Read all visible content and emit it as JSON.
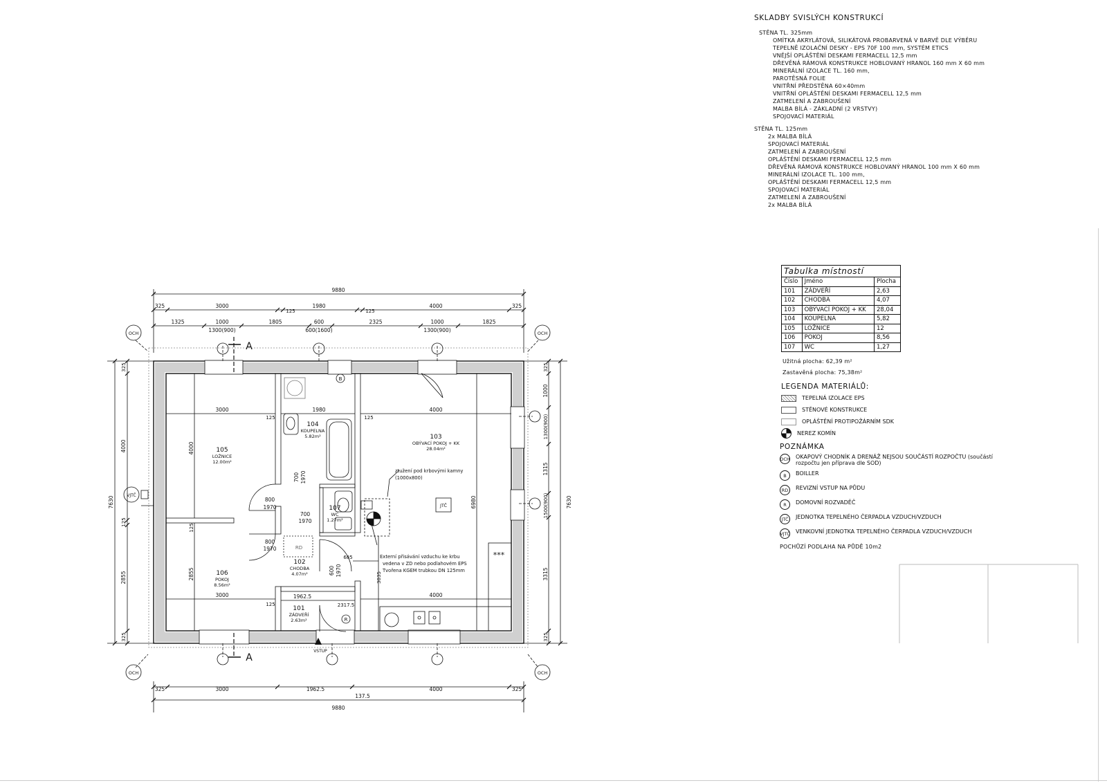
{
  "spec": {
    "title": "SKLADBY SVISLÝCH KONSTRUKCÍ",
    "wall1": {
      "label": "STĚNA TL. 325mm",
      "layers": [
        "OMÍTKA AKRYLÁTOVÁ, SILIKÁTOVÁ PROBARVENÁ V BARVĚ DLE VÝBĚRU",
        "TEPELNĚ IZOLAČNÍ DESKY - EPS 70F 100 mm, SYSTÉM ETICS",
        "VNĚJŠÍ OPLÁŠTĚNÍ DESKAMI FERMACELL 12,5 mm",
        "DŘEVĚNÁ RÁMOVÁ KONSTRUKCE HOBLOVANÝ HRANOL 160 mm X 60 mm",
        "MINERÁLNÍ IZOLACE TL. 160 mm,",
        "PAROTĚSNÁ FOLIE",
        "VNITŘNÍ PŘEDSTĚNA 60×40mm",
        "VNITŘNÍ OPLÁŠTĚNÍ DESKAMI FERMACELL 12,5 mm",
        "ZATMELENÍ A ZABROUŠENÍ",
        "MALBA BÍLÁ - ZÁKLADNÍ (2 VRSTVY)",
        "SPOJOVACÍ MATERIÁL"
      ]
    },
    "wall2": {
      "label": "STĚNA TL. 125mm",
      "layers": [
        "2x MALBA BÍLÁ",
        "SPOJOVACÍ MATERIÁL",
        "ZATMELENÍ A ZABROUŠENÍ",
        "OPLÁŠTĚNÍ DESKAMI FERMACELL 12,5 mm",
        "DŘEVĚNÁ RÁMOVÁ KONSTRUKCE HOBLOVANÝ HRANOL 100 mm X 60 mm",
        "MINERÁLNÍ IZOLACE TL. 100 mm,",
        "OPLÁŠTĚNÍ DESKAMI FERMACELL 12,5 mm",
        "SPOJOVACÍ MATERIÁL",
        "ZATMELENÍ A ZABROUŠENÍ",
        "2x MALBA BÍLÁ"
      ]
    }
  },
  "rooms_table": {
    "title": "Tabulka místností",
    "headers": [
      "Číslo",
      "Jméno",
      "Plocha"
    ],
    "rows": [
      [
        "101",
        "ZÁDVEŘÍ",
        "2,63"
      ],
      [
        "102",
        "CHODBA",
        "4,07"
      ],
      [
        "103",
        "OBÝVACÍ POKOJ + KK",
        "28,04"
      ],
      [
        "104",
        "KOUPELNA",
        "5,82"
      ],
      [
        "105",
        "LOŽNICE",
        "12"
      ],
      [
        "106",
        "POKOJ",
        "8,56"
      ],
      [
        "107",
        "WC",
        "1,27"
      ]
    ],
    "usable_area": "Užitná plocha: 62,39 m²",
    "built_area": "Zastavěná plocha: 75,38m²"
  },
  "legend": {
    "title": "LEGENDA MATERIÁLŮ:",
    "items": [
      "TEPELNÁ IZOLACE EPS",
      "STĚNOVÉ KONSTRUKCE",
      "OPLÁŠTĚNÍ PROTIPOŽÁRNÍM SDK",
      "NEREZ KOMÍN"
    ]
  },
  "notes": {
    "title": "POZNÁMKA",
    "items": [
      {
        "sym": "OCH",
        "text": "OKAPOVÝ CHODNÍK A DRENÁŽ NEJSOU SOUČÁSTÍ ROZPOČTU (součástí",
        "text2": "rozpočtu jen příprava dle SOD)"
      },
      {
        "sym": "B",
        "text": "BOILLER"
      },
      {
        "sym": "RD",
        "text": "REVIZNÍ VSTUP NA PŮDU"
      },
      {
        "sym": "R",
        "text": "DOMOVNÍ ROZVADĚČ"
      },
      {
        "sym": "JTČ",
        "text": "JEDNOTKA TEPELNÉHO ČERPADLA VZDUCH/VZDUCH"
      },
      {
        "sym": "VJTČ",
        "text": "VENKOVNÍ JEDNOTKA TEPELNÉHO ČERPADLA VZDUCH/VZDUCH"
      }
    ],
    "footer": "POCHŮZÍ PODLAHA NA PŮDĚ 10m2"
  },
  "plan": {
    "top_total": "9880",
    "top_row1": [
      "325",
      "3000",
      "125",
      "1980",
      "125",
      "4000",
      "325"
    ],
    "top_row2": [
      "1325",
      "1000",
      "1805",
      "600",
      "2325",
      "1000",
      "1825"
    ],
    "top_row2_sub": [
      "1300(900)",
      "600(1600)",
      "1300(900)"
    ],
    "bottom_row": [
      "325",
      "3000",
      "1962.5",
      "4000",
      "325"
    ],
    "bottom_small": "137.5",
    "bottom_total": "9880",
    "left_dims": [
      "325",
      "4000",
      "125",
      "2855",
      "325"
    ],
    "left_total": "7630",
    "right_dims": [
      "325",
      "1000",
      "1300(900)",
      "1315",
      "1500(900)",
      "3315",
      "325"
    ],
    "right_total": "7630",
    "right_inner": "6980",
    "section_mark": "A",
    "axis_labels": [
      "OCH",
      "OCH",
      "OCH",
      "OCH",
      "VJTČ"
    ],
    "rooms": [
      {
        "num": "105",
        "name": "LOŽNICE",
        "area": "12.00m²"
      },
      {
        "num": "104",
        "name": "KOUPELNA",
        "area": "5.82m²"
      },
      {
        "num": "103",
        "name": "OBÝVACÍ POKOJ + KK",
        "area": "28.04m²"
      },
      {
        "num": "107",
        "name": "WC",
        "area": "1.27m²"
      },
      {
        "num": "106",
        "name": "POKOJ",
        "area": "8.56m²"
      },
      {
        "num": "102",
        "name": "CHODBA",
        "area": "4.07m²"
      },
      {
        "num": "101",
        "name": "ZÁDVEŘÍ",
        "area": "2.63m²"
      }
    ],
    "inner_dims": {
      "bed_w": "3000",
      "bed_h": "4000",
      "bath_w": "1980",
      "liv_w": "4000",
      "liv_h": "6980",
      "room_w": "3000",
      "room_h": "2855",
      "liv_w2": "4000",
      "hall_w": "1962.5",
      "w125": "125",
      "d685": "685",
      "d3035": "3035",
      "d2317": "2317.5"
    },
    "doors": [
      "800",
      "1970",
      "700",
      "1970",
      "800",
      "1970",
      "700",
      "1970",
      "600",
      "1970"
    ],
    "fireplace_note": [
      "ztužení pod krbovými kamny",
      "(1000x800)"
    ],
    "vent_note": [
      "Externí přisávání vzduchu ke krbu",
      "vedena v ZD nebo podlahovém EPS",
      "Tvořena KGEM trubkou DN 125mm"
    ],
    "entry": "VSTUP",
    "symbols": {
      "boiler": "B",
      "rd": "RD",
      "r": "R",
      "jtc": "JTČ",
      "stars": "***"
    }
  }
}
